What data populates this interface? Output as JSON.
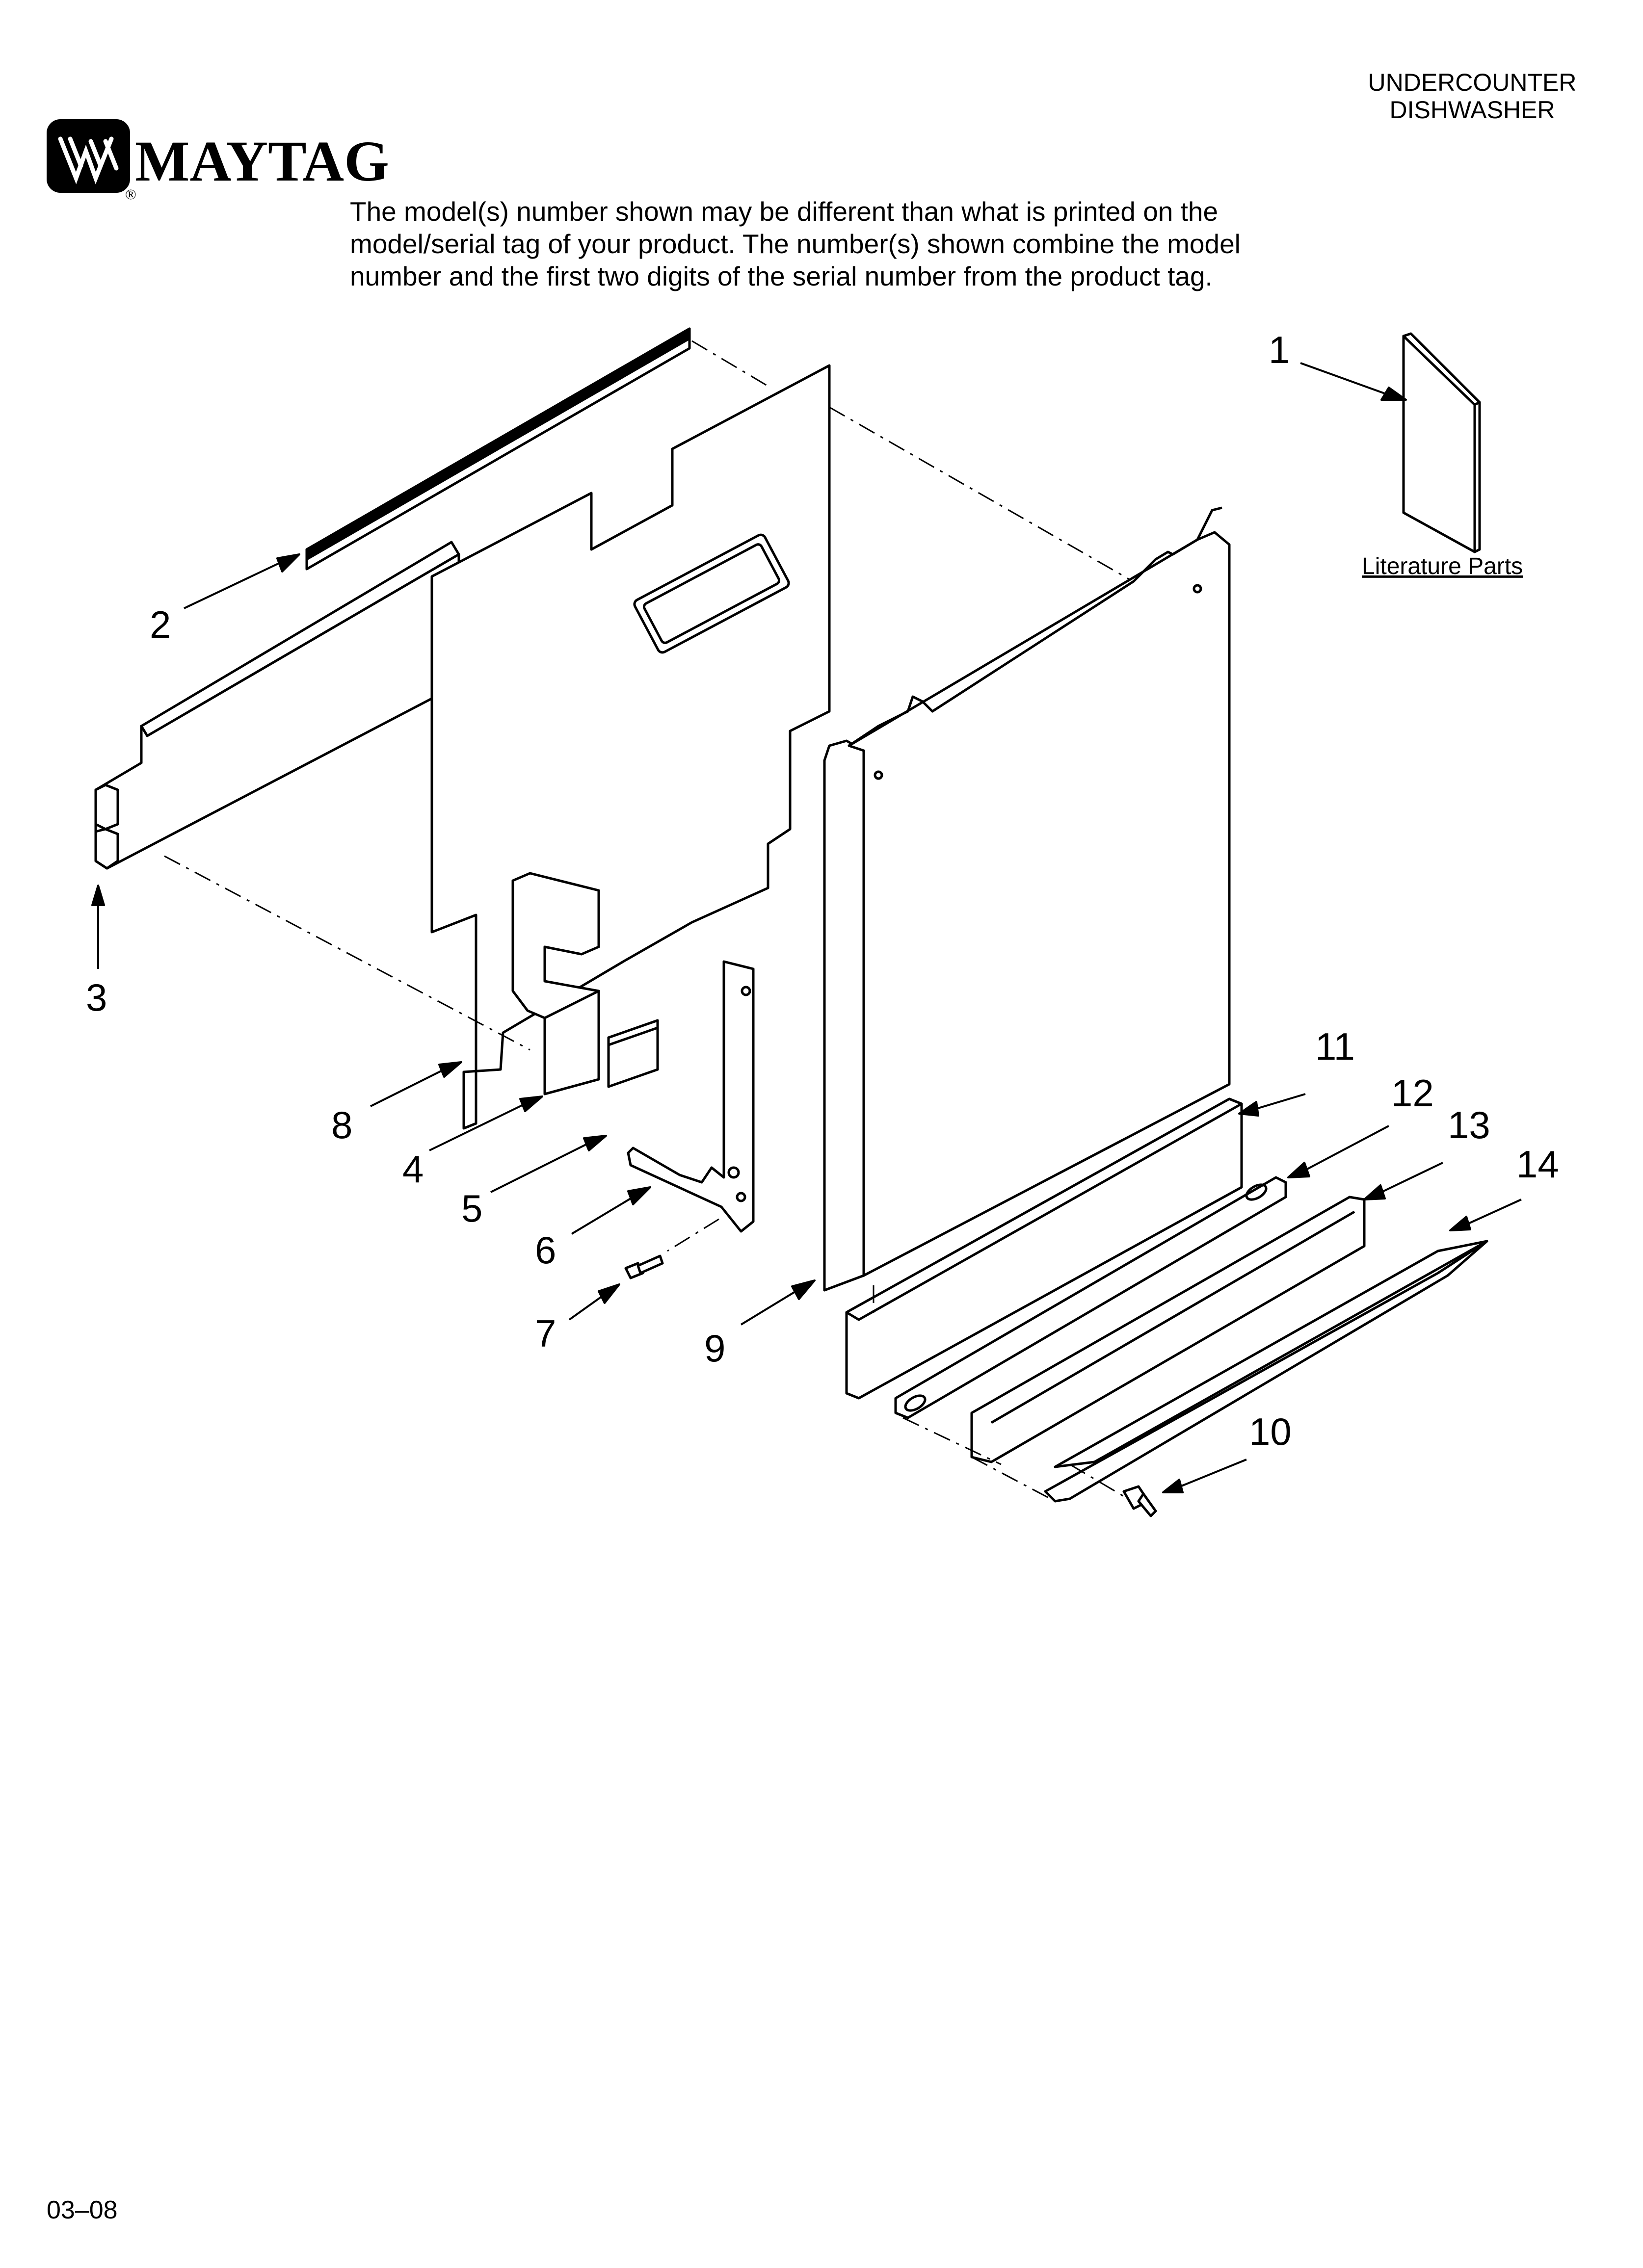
{
  "header": {
    "product_line1": "UNDERCOUNTER",
    "product_line2": "DISHWASHER"
  },
  "brand": {
    "logo_text": "MAYTAG",
    "registered_mark": "®",
    "logo_color": "#000000"
  },
  "notice": {
    "line1": "The model(s) number shown may be different than what is printed on the",
    "line2": "model/serial tag of your product. The number(s) shown combine the model",
    "line3": "number and the first two digits of the serial number from the product tag."
  },
  "literature": {
    "label": "Literature Parts"
  },
  "callouts": {
    "c1": "1",
    "c2": "2",
    "c3": "3",
    "c4": "4",
    "c5": "5",
    "c6": "6",
    "c7": "7",
    "c8": "8",
    "c9": "9",
    "c10": "10",
    "c11": "11",
    "c12": "12",
    "c13": "13",
    "c14": "14"
  },
  "footer": {
    "page_code": "03–08"
  }
}
